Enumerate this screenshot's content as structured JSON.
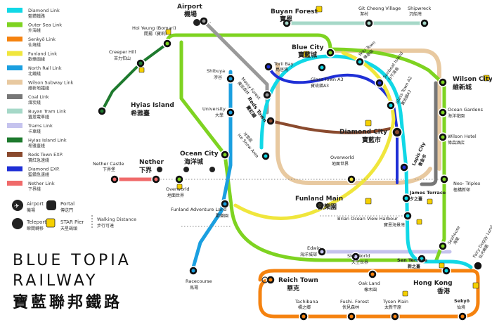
{
  "legend": {
    "lines": [
      {
        "en": "Diamond Link",
        "zh": "藍鑽鐵路",
        "color": "#11d8e6"
      },
      {
        "en": "Outer Sea Link",
        "zh": "外海綫",
        "color": "#7ed321"
      },
      {
        "en": "Senkyō Link",
        "zh": "仙境綫",
        "color": "#f5820f"
      },
      {
        "en": "Funland Link",
        "zh": "歡樂園綫",
        "color": "#f0e63c"
      },
      {
        "en": "North Rail Link",
        "zh": "北鐵綫",
        "color": "#1a9fe0"
      },
      {
        "en": "Wilson Subway Link",
        "zh": "維新地鐵綫",
        "color": "#e8c9a0"
      },
      {
        "en": "Coal Link",
        "zh": "煤炭綫",
        "color": "#777777"
      },
      {
        "en": "Buyan Tram Link",
        "zh": "寶恩電車綫",
        "color": "#a6d8c8"
      },
      {
        "en": "Trams Link",
        "zh": "卡車綫",
        "color": "#c5c3ee"
      },
      {
        "en": "Hyias Island Link",
        "zh": "希雅臺綫",
        "color": "#1e7a2e"
      },
      {
        "en": "Reds Town EXP.",
        "zh": "寶紅急速綫",
        "color": "#8a4a2e"
      },
      {
        "en": "Diamond EXP.",
        "zh": "藍鑽急速綫",
        "color": "#1f2fd6"
      },
      {
        "en": "Nether Link",
        "zh": "下界綫",
        "color": "#f06a6a"
      }
    ],
    "symbols": [
      {
        "en": "Airport",
        "zh": "機場"
      },
      {
        "en": "Portal",
        "zh": "傳送門"
      },
      {
        "en": "Teleport",
        "zh": "瞬間轉移"
      },
      {
        "en": "STAR Pier",
        "zh": "天星碼頭"
      },
      {
        "en": "Walking Distance",
        "zh": "步行可達"
      }
    ]
  },
  "brand": {
    "line1": "BLUE TOPIA",
    "line2": "RAILWAY",
    "zh": "寶藍聯邦鐵路"
  },
  "stations": {
    "airport": {
      "en": "Airport",
      "zh": "機場"
    },
    "buyan_forest": {
      "en": "Buyan Forest",
      "zh": "寶恩"
    },
    "git_cheong": {
      "en": "Git Cheong Village",
      "zh": "潔村"
    },
    "shipwreck": {
      "en": "Shipwreck",
      "zh": "沉船灣"
    },
    "hoi_yeung": {
      "en": "Hoi Yeung (Bomari)",
      "zh": "開揚（寶莉）"
    },
    "creeper_hill": {
      "en": "Creeper Hill",
      "zh": "苦力怕山"
    },
    "hyias_island": {
      "en": "Hyias Island",
      "zh": "希雅臺"
    },
    "blue_city": {
      "en": "Blue City",
      "zh": "寶藍城"
    },
    "wilson_city": {
      "en": "Wilson City",
      "zh": "維新城"
    },
    "shibuya": {
      "en": "Shibuya",
      "zh": "涉谷"
    },
    "torii_bay": {
      "en": "Torii Bay",
      "zh": "鳥居灣"
    },
    "mossy_forest": {
      "en": "Mossy Forest",
      "zh": "魔苔森林"
    },
    "wiki_town": {
      "en": "Wiki Town",
      "zh": "維基鎮"
    },
    "sunbeat_island": {
      "en": "Sunbeat Island",
      "zh": "日不落島"
    },
    "glass_a3": {
      "en": "Glass Town A3",
      "zh": "寶琉鎮A3"
    },
    "glass_a2": {
      "en": "Glass Town A2",
      "zh": "寶琉鎮A2"
    },
    "reds_town": {
      "en": "Reds Town",
      "zh": "寶紅鎮"
    },
    "university": {
      "en": "University",
      "zh": "大學"
    },
    "ocean_gardens": {
      "en": "Ocean Gardens",
      "zh": "海洋花園"
    },
    "diamond_city": {
      "en": "Diamond City",
      "zh": "寶藍市"
    },
    "wilson_hotel": {
      "en": "Wilson Hotel",
      "zh": "偉森酒店"
    },
    "ice_snow": {
      "en": "Ice Snow Area",
      "zh": "冰雪區"
    },
    "nether_castle": {
      "en": "Nether Castle",
      "zh": "下界堡"
    },
    "nether": {
      "en": "Nether",
      "zh": "下界"
    },
    "ocean_city": {
      "en": "Ocean City",
      "zh": "海洋城"
    },
    "overworld_a": {
      "en": "Overworld",
      "zh": "地面世界"
    },
    "overworld_b": {
      "en": "Overworld",
      "zh": "地面世界"
    },
    "lapis_city": {
      "en": "Lapis City",
      "zh": "青金市"
    },
    "neo_triplex": {
      "en": "Neo- Triplex",
      "zh": "極構新邨"
    },
    "james_terrace": {
      "en": "James Terrace",
      "zh": "夕之臺"
    },
    "funland_adv": {
      "en": "Funland Adventure Land",
      "zh": "歡樂園"
    },
    "funland_main": {
      "en": "Funland Main",
      "zh": "歡樂園"
    },
    "brian_ocean": {
      "en": "Brian Ocean View Harbour",
      "zh": "寶恩海景灣"
    },
    "seahouse": {
      "en": "Seahouse",
      "zh": "海屋"
    },
    "fairy_doggy": {
      "en": "Fairy Doggy Land",
      "zh": "仙犬樂園"
    },
    "edwin": {
      "en": "Edwin",
      "zh": "海洋城邨"
    },
    "sky_world": {
      "en": "Sky World",
      "zh": "天空世界"
    },
    "sen_terrace": {
      "en": "Sen Terrace",
      "zh": "新之臺"
    },
    "racecourse": {
      "en": "Racecourse",
      "zh": "馬場"
    },
    "reich_town": {
      "en": "Reich Town",
      "zh": "華克"
    },
    "oak_land": {
      "en": "Oak Land",
      "zh": "橡木園"
    },
    "hong_kong": {
      "en": "Hong Kong",
      "zh": "香港"
    },
    "tachibana": {
      "en": "Tachibana",
      "zh": "橘之鄉"
    },
    "fushi_forest": {
      "en": "Fushi. Forest",
      "zh": "伏見森林"
    },
    "tysen_plain": {
      "en": "Tysen Plain",
      "zh": "太新平原"
    },
    "sekyo": {
      "en": "Sekyō",
      "zh": "仙境"
    }
  }
}
